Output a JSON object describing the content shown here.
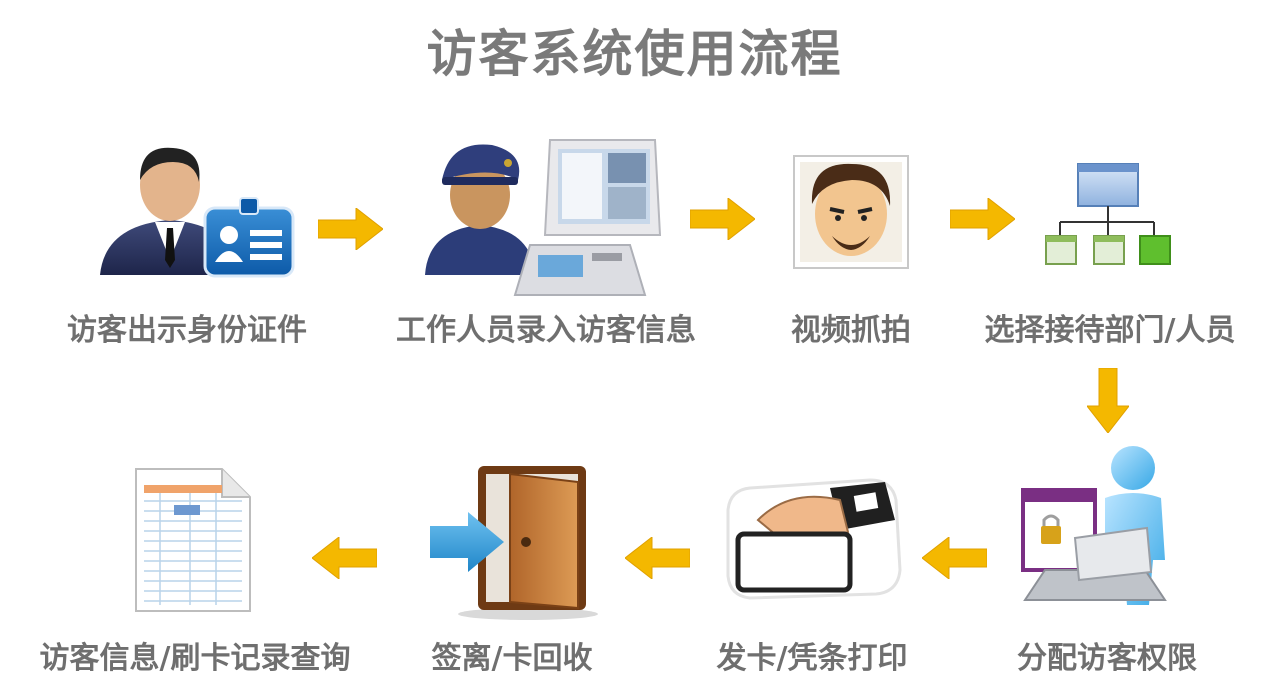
{
  "title": "访客系统使用流程",
  "steps": [
    {
      "label": "访客出示身份证件",
      "icon": "visitor-id-card-icon"
    },
    {
      "label": "工作人员录入访客信息",
      "icon": "staff-kiosk-icon"
    },
    {
      "label": "视频抓拍",
      "icon": "camera-face-icon"
    },
    {
      "label": "选择接待部门/人员",
      "icon": "org-chart-icon"
    },
    {
      "label": "分配访客权限",
      "icon": "permission-user-icon"
    },
    {
      "label": "发卡/凭条打印",
      "icon": "card-issue-icon"
    },
    {
      "label": "签离/卡回收",
      "icon": "door-exit-icon"
    },
    {
      "label": "访客信息/刷卡记录查询",
      "icon": "record-sheet-icon"
    }
  ],
  "colors": {
    "arrow": "#f4b800",
    "title": "#7a7a7a",
    "label": "#6f6f6f"
  }
}
